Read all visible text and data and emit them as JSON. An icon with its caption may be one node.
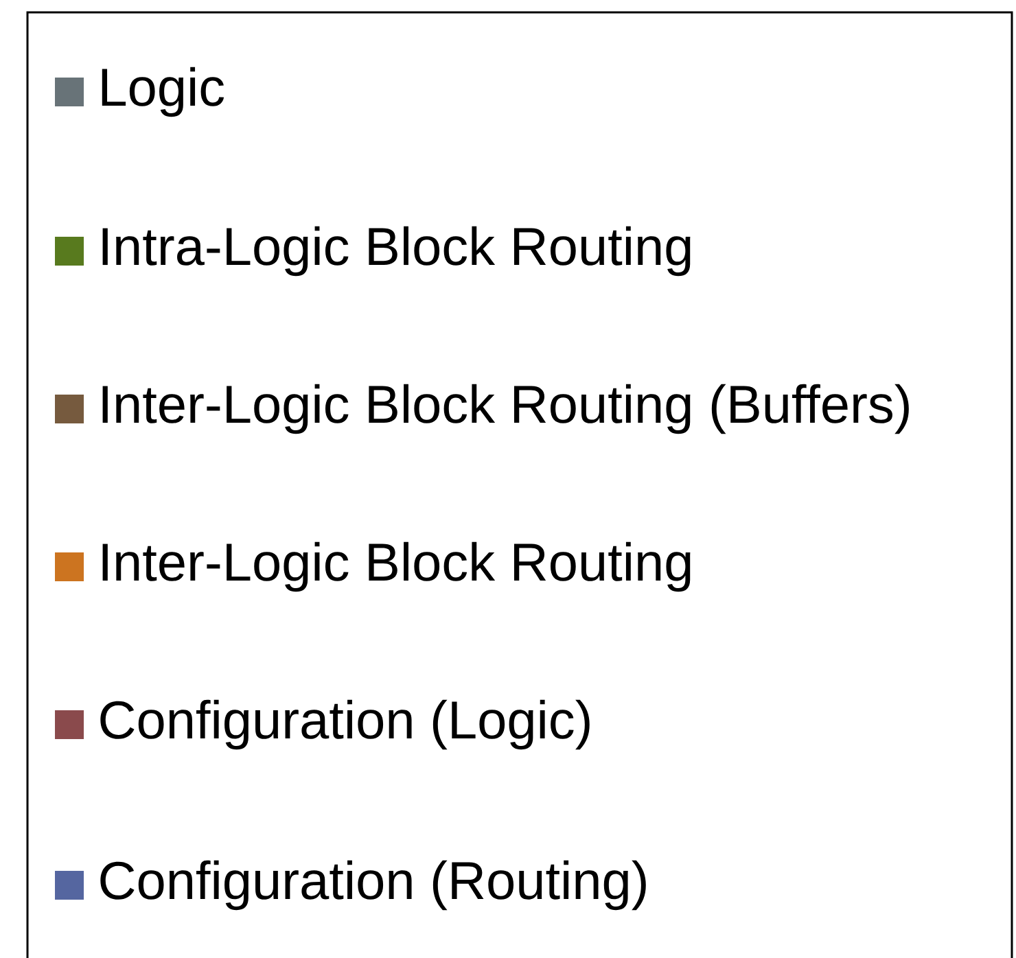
{
  "diagram": {
    "legend": [
      {
        "text": "Logic",
        "color": "#687378"
      },
      {
        "text": "Intra-Logic Block Routing",
        "color": "#587a1e"
      },
      {
        "text": "Inter-Logic Block Routing (Buffers)",
        "color": "#765a3e"
      },
      {
        "text": "Inter-Logic Block Routing",
        "color": "#cc7420"
      },
      {
        "text": "Configuration (Logic)",
        "color": "#8a4a4c"
      },
      {
        "text": "Configuration (Routing)",
        "color": "#5566a0"
      }
    ]
  }
}
